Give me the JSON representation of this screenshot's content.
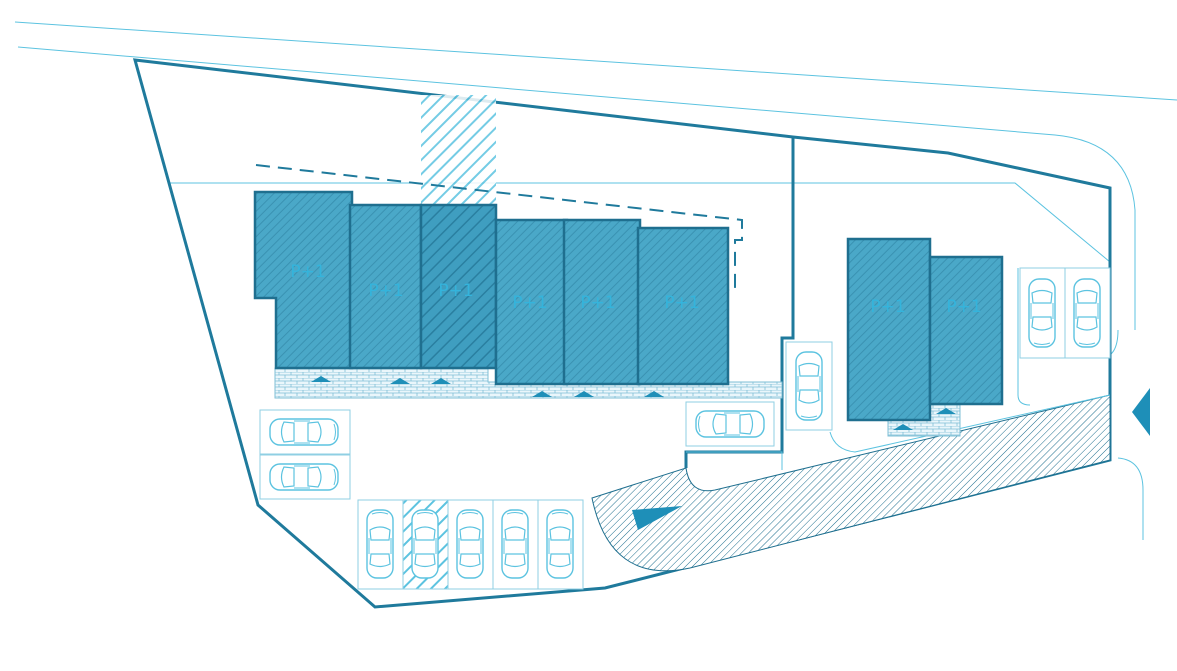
{
  "plan": {
    "building_label": "P+1",
    "colors": {
      "building_fill": "#4aa8c8",
      "building_stroke": "#1f6f8f",
      "line": "#5cc3e0",
      "property_line": "#1f7a9c",
      "arrow": "#1e8fb8",
      "label": "#34b4dc"
    },
    "buildings": [
      {
        "label": "P+1"
      },
      {
        "label": "P+1"
      },
      {
        "label": "P+1"
      },
      {
        "label": "P+1"
      },
      {
        "label": "P+1"
      },
      {
        "label": "P+1"
      },
      {
        "label": "P+1"
      },
      {
        "label": "P+1"
      }
    ],
    "icons": [
      "car-icon",
      "entry-arrow-icon",
      "direction-arrow-icon",
      "unit-entrance-icon"
    ]
  }
}
